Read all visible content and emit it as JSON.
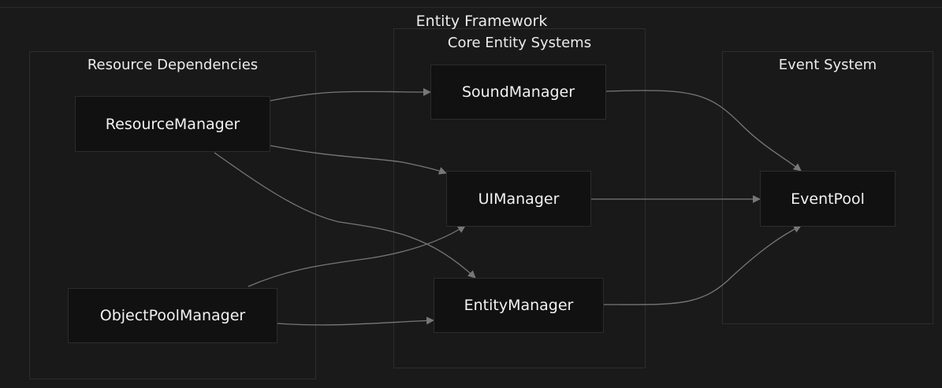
{
  "diagram": {
    "title": "Entity Framework",
    "groups": {
      "resource": {
        "label": "Resource Dependencies"
      },
      "core": {
        "label": "Core Entity Systems"
      },
      "event": {
        "label": "Event System"
      }
    },
    "nodes": {
      "resource_manager": {
        "label": "ResourceManager"
      },
      "object_pool_manager": {
        "label": "ObjectPoolManager"
      },
      "sound_manager": {
        "label": "SoundManager"
      },
      "ui_manager": {
        "label": "UIManager"
      },
      "entity_manager": {
        "label": "EntityManager"
      },
      "event_pool": {
        "label": "EventPool"
      }
    },
    "edges": [
      {
        "from": "ResourceManager",
        "to": "SoundManager"
      },
      {
        "from": "ResourceManager",
        "to": "UIManager"
      },
      {
        "from": "ResourceManager",
        "to": "EntityManager"
      },
      {
        "from": "ObjectPoolManager",
        "to": "UIManager"
      },
      {
        "from": "ObjectPoolManager",
        "to": "EntityManager"
      },
      {
        "from": "SoundManager",
        "to": "EventPool"
      },
      {
        "from": "UIManager",
        "to": "EventPool"
      },
      {
        "from": "EntityManager",
        "to": "EventPool"
      }
    ],
    "colors": {
      "background": "#1a1a1a",
      "node_fill": "#111111",
      "edge": "#777777",
      "text": "#ececec"
    }
  }
}
